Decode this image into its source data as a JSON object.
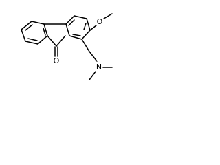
{
  "molecule": {
    "atom_labels": {
      "methoxy_oxygen": "O",
      "ketone_oxygen": "O",
      "nitrogen": "N"
    }
  },
  "colors": {
    "bond": "#000000",
    "atom_label": "#000000",
    "background": "#ffffff"
  }
}
